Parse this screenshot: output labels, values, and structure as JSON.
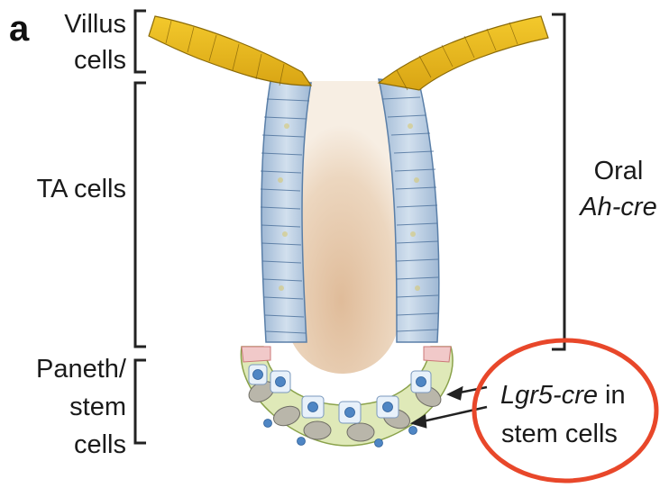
{
  "panel_letter": "a",
  "labels": {
    "villus_line1": "Villus",
    "villus_line2": "cells",
    "ta_cells": "TA cells",
    "paneth_line1": "Paneth/",
    "paneth_line2": "stem",
    "paneth_line3": "cells",
    "oral_line1": "Oral",
    "oral_line2": "Ah-cre",
    "lgr5_italic": "Lgr5-cre",
    "lgr5_rest": " in",
    "lgr5_line2": "stem cells"
  },
  "colors": {
    "villus_cells": "#e8b820",
    "ta_cells": "#b9cde0",
    "crypt_lumen": "#e2c2a0",
    "paneth_cells": "#f1c9c9",
    "stem_cell_nuclei": "#4f86c4",
    "highlight_circle": "#e8472a",
    "brackets": "#222222"
  }
}
